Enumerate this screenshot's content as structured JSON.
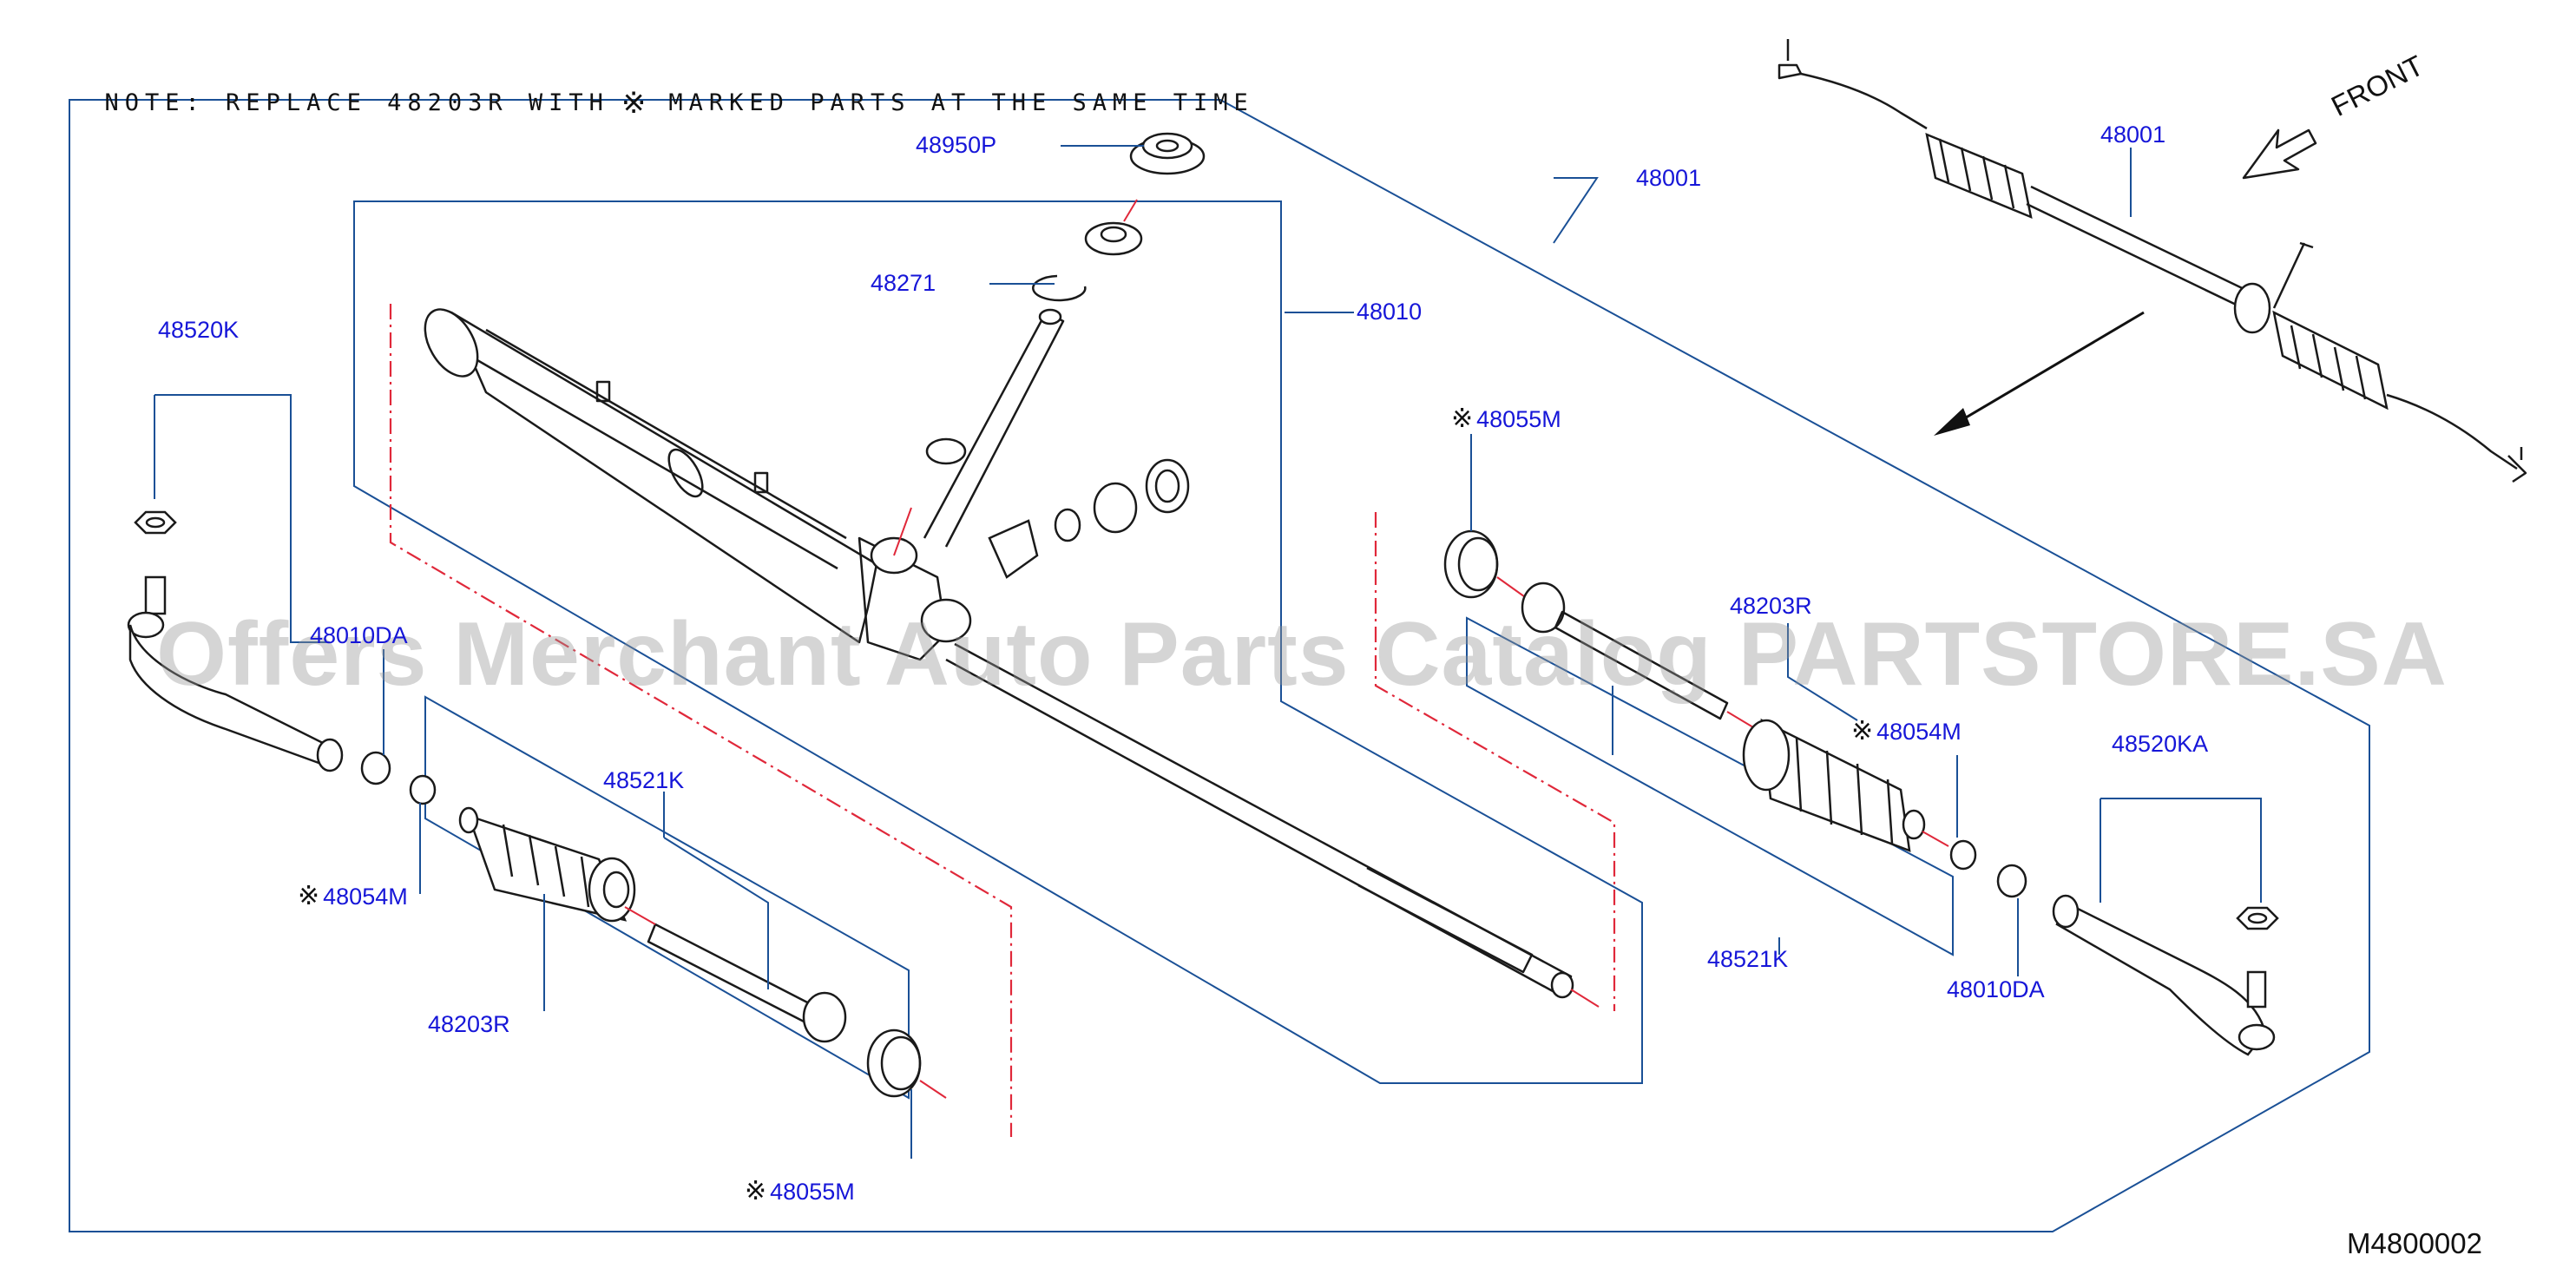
{
  "note": {
    "prefix": "NOTE: REPLACE 48203R WITH",
    "mark": "※",
    "suffix": "MARKED PARTS AT THE SAME TIME"
  },
  "diagram_code": "M4800002",
  "watermark": "Offers Merchant Auto Parts Catalog PARTSTORE.SA",
  "front_label": "FRONT",
  "callouts": {
    "p48950P": "48950P",
    "p48271": "48271",
    "p48010": "48010",
    "p48001_main": "48001",
    "p48001_overview": "48001",
    "p48520K": "48520K",
    "p48010DA_left": "48010DA",
    "p48521K_left": "48521K",
    "p48054M_left": "48054M",
    "p48203R_left": "48203R",
    "p48055M_left": "48055M",
    "p48055M_right": "48055M",
    "p48203R_right": "48203R",
    "p48054M_right": "48054M",
    "p48520KA": "48520KA",
    "p48521K_right": "48521K",
    "p48010DA_right": "48010DA"
  },
  "mark_symbol": "※",
  "colors": {
    "label": "#1616d8",
    "outline": "#1a5096",
    "centerline": "#e0283a",
    "line": "#1a1a1a"
  }
}
